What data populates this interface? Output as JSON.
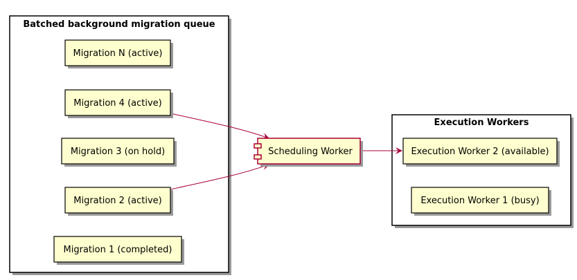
{
  "colors": {
    "node_fill": "#FEFECE",
    "node_stroke": "#000000",
    "component_stroke": "#A80036",
    "edge": "#A80036",
    "package_stroke": "#000000",
    "shadow": "#9a9a9a"
  },
  "queue_package": {
    "title": "Batched background migration queue",
    "migrations": [
      {
        "label": "Migration N (active)"
      },
      {
        "label": "Migration 4 (active)"
      },
      {
        "label": "Migration 3 (on hold)"
      },
      {
        "label": "Migration 2 (active)"
      },
      {
        "label": "Migration 1 (completed)"
      }
    ]
  },
  "scheduler": {
    "label": "Scheduling Worker",
    "icon": "component-icon"
  },
  "workers_package": {
    "title": "Execution Workers",
    "workers": [
      {
        "label": "Execution Worker 2 (available)"
      },
      {
        "label": "Execution Worker 1 (busy)"
      }
    ]
  },
  "edges": [
    {
      "from": "Migration 4 (active)",
      "to": "Scheduling Worker"
    },
    {
      "from": "Migration 2 (active)",
      "to": "Scheduling Worker"
    },
    {
      "from": "Scheduling Worker",
      "to": "Execution Worker 2 (available)"
    }
  ]
}
